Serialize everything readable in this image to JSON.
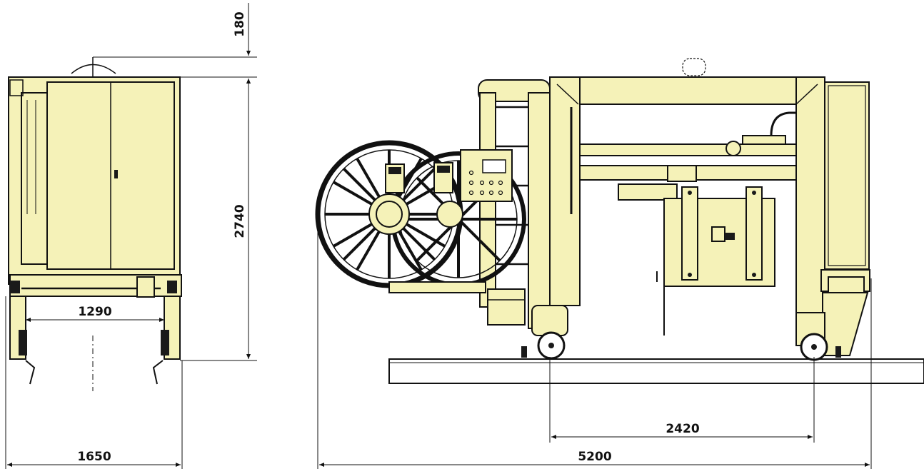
{
  "dimensions": {
    "top_clearance": "180",
    "height": "2740",
    "inner_width": "1290",
    "overall_width": "1650",
    "rail_gauge": "2420",
    "overall_length": "5200"
  },
  "colors": {
    "machine": "#f5f2b8",
    "outline": "#111111",
    "background": "#ffffff"
  }
}
